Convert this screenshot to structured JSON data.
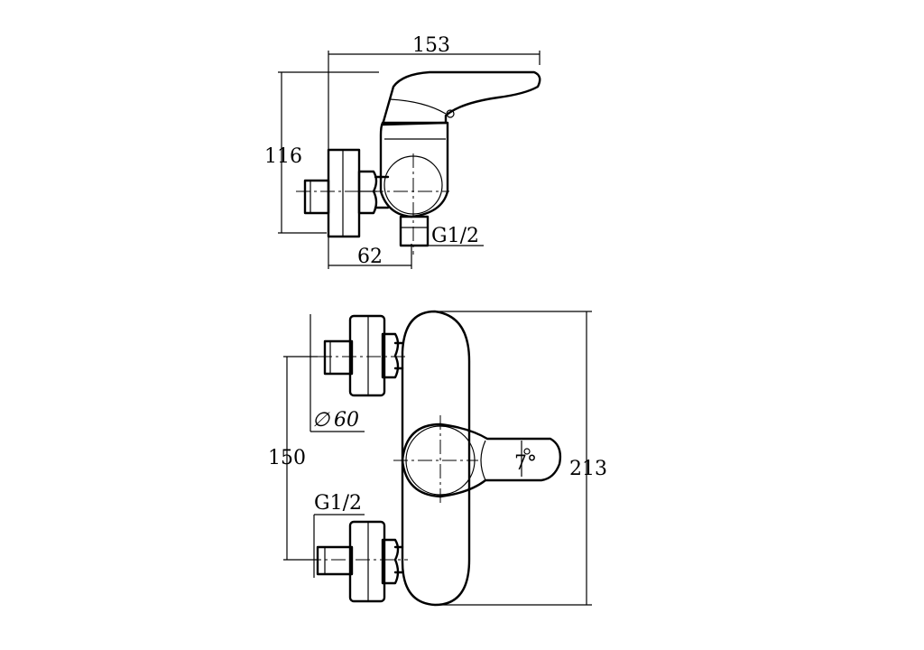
{
  "drawing": {
    "side_view": {
      "width_dim": "153",
      "height_dim": "116",
      "offset_dim": "62",
      "outlet_thread": "G1/2"
    },
    "front_view": {
      "flange_dia_symbol": "∅",
      "flange_dia_value": "60",
      "inlet_spacing_dim": "150",
      "inlet_thread": "G1/2",
      "height_dim": "213",
      "handle_angle": "7°"
    }
  }
}
